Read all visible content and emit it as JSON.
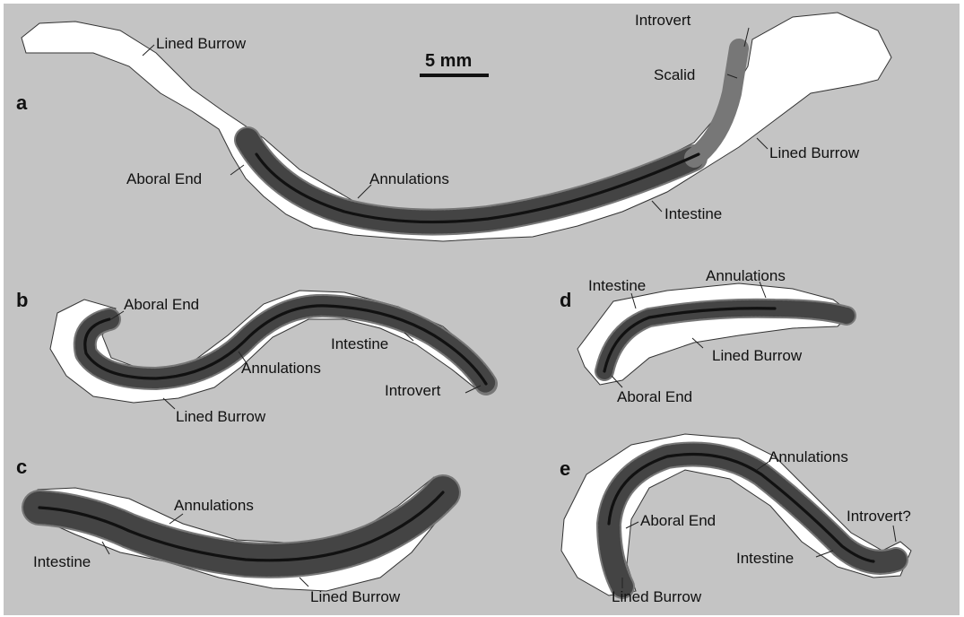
{
  "figure": {
    "background": "#c4c4c4",
    "scale_bar": "5 mm",
    "panels": {
      "a": {
        "letter": "a",
        "labels": {
          "lined_burrow_1": "Lined Burrow",
          "introvert": "Introvert",
          "scalid": "Scalid",
          "aboral_end": "Aboral End",
          "annulations": "Annulations",
          "lined_burrow_2": "Lined Burrow",
          "intestine": "Intestine"
        }
      },
      "b": {
        "letter": "b",
        "labels": {
          "aboral_end": "Aboral End",
          "intestine": "Intestine",
          "annulations": "Annulations",
          "introvert": "Introvert",
          "lined_burrow": "Lined Burrow"
        }
      },
      "c": {
        "letter": "c",
        "labels": {
          "annulations": "Annulations",
          "intestine": "Intestine",
          "lined_burrow": "Lined Burrow"
        }
      },
      "d": {
        "letter": "d",
        "labels": {
          "intestine": "Intestine",
          "annulations": "Annulations",
          "lined_burrow": "Lined Burrow",
          "aboral_end": "Aboral End"
        }
      },
      "e": {
        "letter": "e",
        "labels": {
          "annulations": "Annulations",
          "aboral_end": "Aboral End",
          "introvert": "Introvert?",
          "intestine": "Intestine",
          "lined_burrow": "Lined Burrow"
        }
      }
    }
  }
}
